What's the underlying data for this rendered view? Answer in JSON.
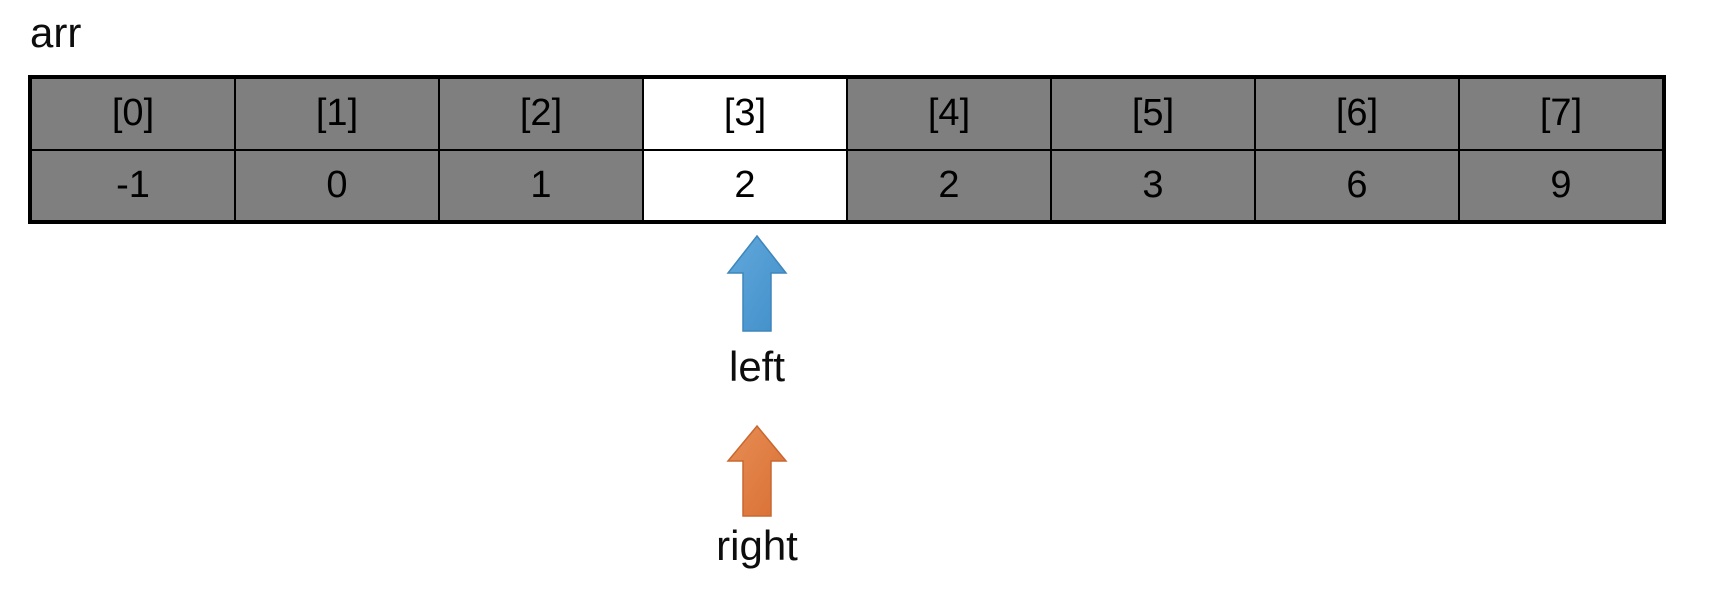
{
  "array": {
    "label": "arr",
    "cells": [
      {
        "index": "[0]",
        "value": "-1",
        "highlighted": false
      },
      {
        "index": "[1]",
        "value": "0",
        "highlighted": false
      },
      {
        "index": "[2]",
        "value": "1",
        "highlighted": false
      },
      {
        "index": "[3]",
        "value": "2",
        "highlighted": true
      },
      {
        "index": "[4]",
        "value": "2",
        "highlighted": false
      },
      {
        "index": "[5]",
        "value": "3",
        "highlighted": false
      },
      {
        "index": "[6]",
        "value": "6",
        "highlighted": false
      },
      {
        "index": "[7]",
        "value": "9",
        "highlighted": false
      }
    ]
  },
  "pointers": [
    {
      "label": "left",
      "direction": "up",
      "points_to_index": "[3]",
      "arrow_color": "#4E9FD6"
    },
    {
      "label": "right",
      "direction": "up",
      "points_to_index": "[3]",
      "arrow_color": "#E07C42"
    }
  ],
  "colors": {
    "cell_fill": "#7F7F7F",
    "highlight_fill": "#FFFFFF",
    "border": "#000000",
    "text": "#000000",
    "left_arrow_light": "#61A9DD",
    "left_arrow_dark": "#418EC8",
    "left_arrow_stroke": "#3E86BC",
    "right_arrow_light": "#E78E55",
    "right_arrow_dark": "#D96F34",
    "right_arrow_stroke": "#C76830"
  }
}
